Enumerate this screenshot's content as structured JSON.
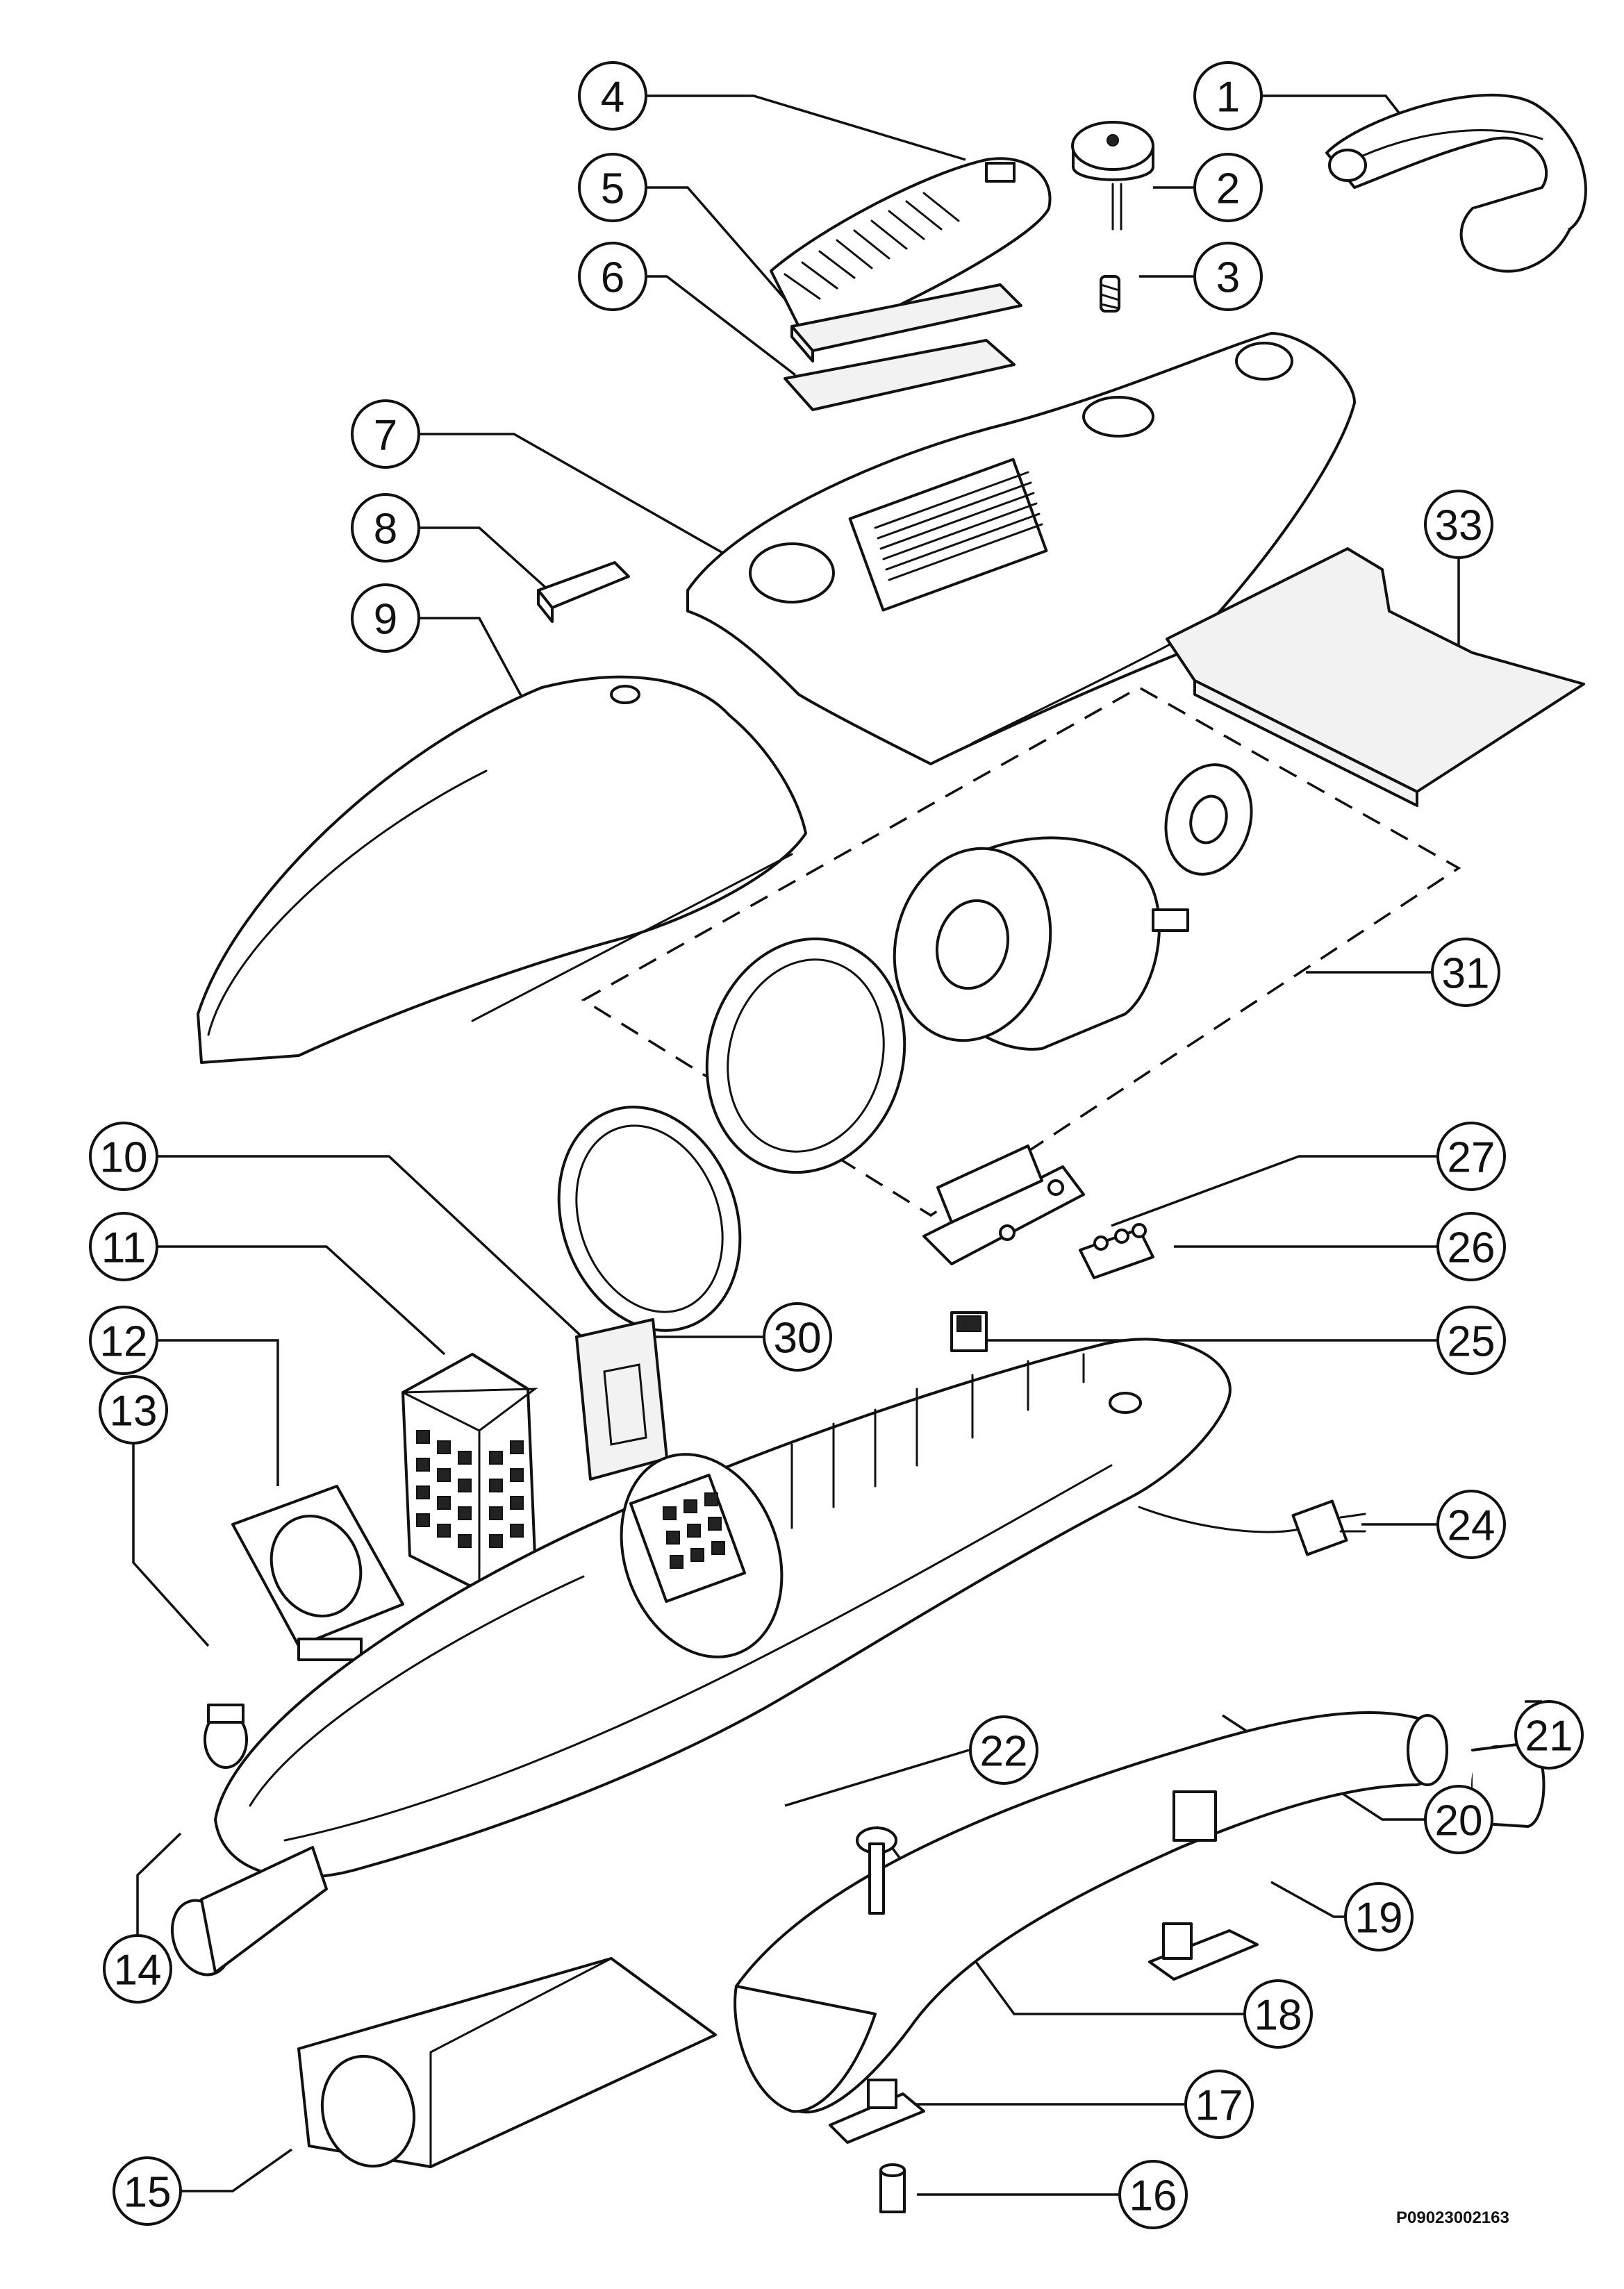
{
  "diagram": {
    "callouts": [
      "1",
      "2",
      "3",
      "4",
      "5",
      "6",
      "7",
      "8",
      "9",
      "10",
      "11",
      "12",
      "13",
      "14",
      "15",
      "16",
      "17",
      "18",
      "19",
      "20",
      "21",
      "22",
      "24",
      "25",
      "26",
      "27",
      "30",
      "31",
      "33"
    ],
    "drawing_code": "P09023002163"
  }
}
